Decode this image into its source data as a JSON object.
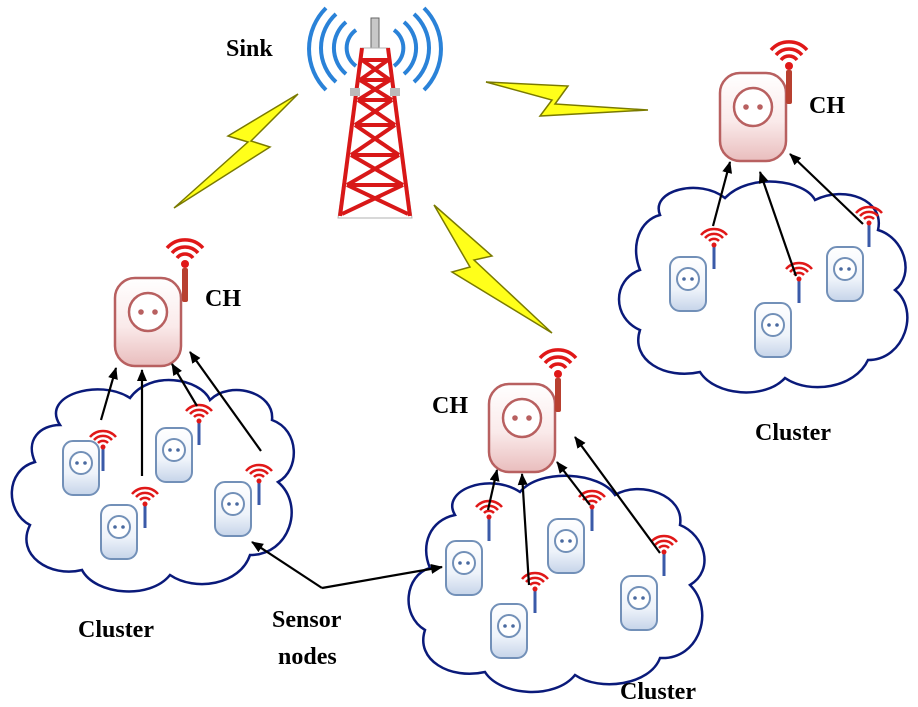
{
  "labels": {
    "sink": "Sink",
    "ch": "CH",
    "cluster": "Cluster",
    "sensor_line1": "Sensor",
    "sensor_line2": "nodes"
  },
  "colors": {
    "lightning": "#ffff1a",
    "ch_outline": "#b86060",
    "ch_fill_top": "#ffffff",
    "ch_fill_bottom": "#ecc2c2",
    "sensor_outline": "#7290b8",
    "sensor_fill_bottom": "#c8d6ea",
    "antenna_red": "#e01818",
    "sensor_antenna_body": "#3a5aa8",
    "tower_red": "#d81818",
    "wave_blue": "#2a82d8",
    "cloud_outline": "#0a1a7a",
    "arrow": "#000000"
  },
  "icons": [
    "tower-icon",
    "cluster-head-icon",
    "sensor-node-icon",
    "wifi-antenna-icon",
    "lightning-icon",
    "cloud-icon"
  ]
}
